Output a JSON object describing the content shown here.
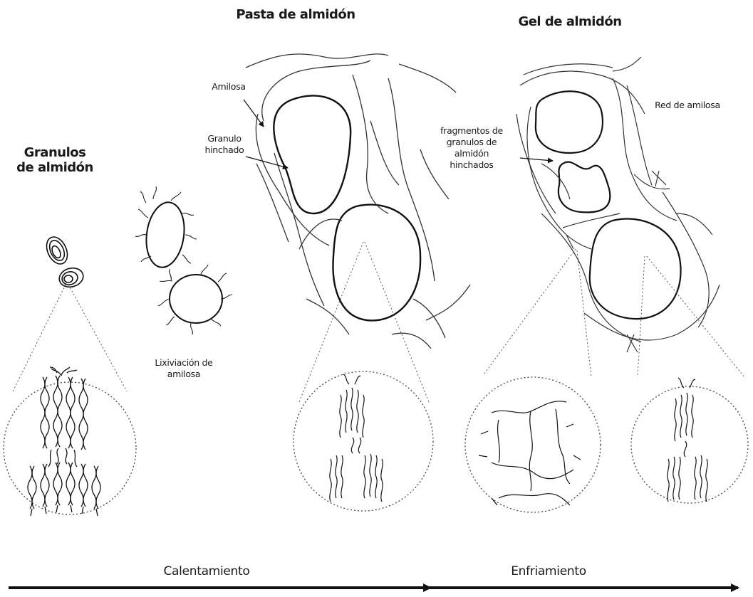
{
  "headings": {
    "granules": "Granulos de almidón",
    "paste": "Pasta de almidón",
    "gel": "Gel de almidón"
  },
  "annotations": {
    "amylose": "Amilosa",
    "swollen_granule": "Granulo hinchado",
    "leaching": "Lixiviación de amilosa",
    "fragments": "fragmentos de granulos de almidón hinchados",
    "amylose_network": "Red de amilosa"
  },
  "process": {
    "heating": "Calentamiento",
    "cooling": "Enfriamiento"
  }
}
